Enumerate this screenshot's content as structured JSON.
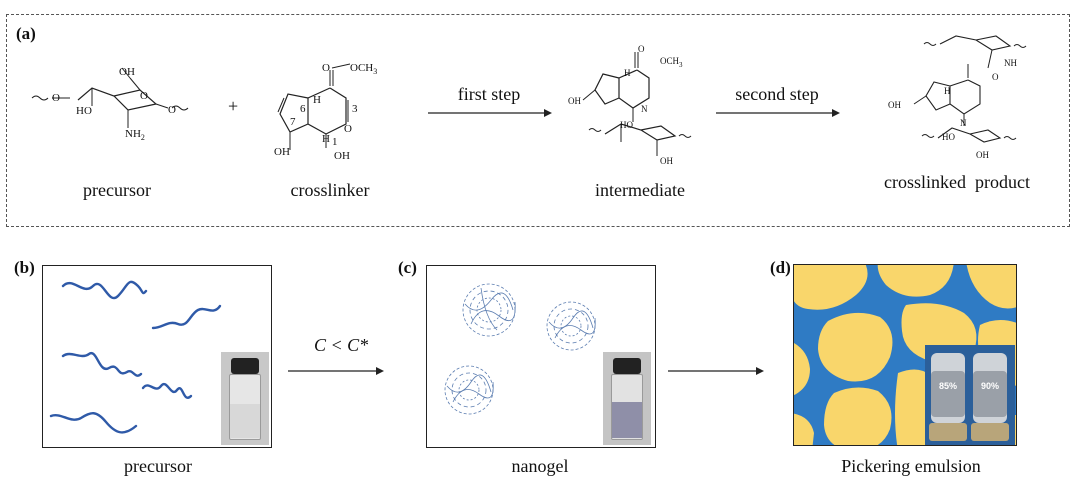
{
  "panel_a": {
    "label": "(a)",
    "plus": "+",
    "compounds": [
      "precursor",
      "crosslinker",
      "intermediate",
      "crosslinked  product"
    ],
    "arrows": [
      "first step",
      "second step"
    ],
    "atoms": {
      "oh": "OH",
      "ho": "HO",
      "nh2": "NH",
      "nh2_sub": "2",
      "o": "O",
      "och3": "OCH",
      "och3_sub": "3",
      "h": "H",
      "n": "N",
      "nh": "NH",
      "n6": "6",
      "n7": "7",
      "n3": "3",
      "n1": "1"
    }
  },
  "panel_b": {
    "label": "(b)",
    "caption": "precursor"
  },
  "panel_c": {
    "label": "(c)",
    "caption": "nanogel"
  },
  "panel_d": {
    "label": "(d)",
    "caption": "Pickering emulsion",
    "vial_labels": [
      "85%",
      "90%"
    ]
  },
  "transition_label": "C < C*",
  "colors": {
    "chain": "#2f5aa8",
    "oil": "#f9d66b",
    "water": "#2f7bc4",
    "frame": "#222222"
  }
}
